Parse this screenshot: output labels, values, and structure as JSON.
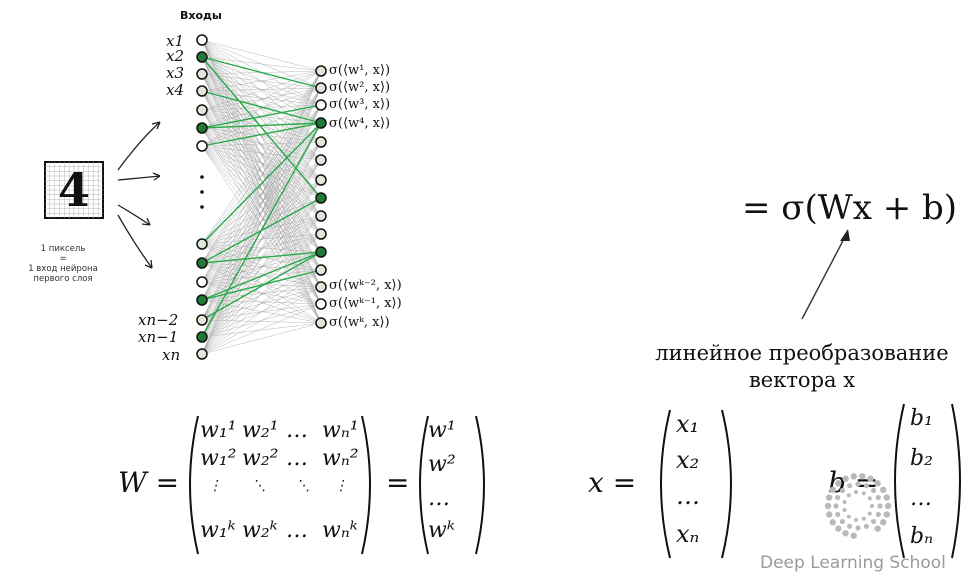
{
  "network": {
    "inputs_title": "Входы",
    "input_labels": [
      "x1",
      "x2",
      "x3",
      "x4",
      "xn−2",
      "xn−1",
      "xn"
    ],
    "output_labels": [
      "σ(⟨w¹, x⟩)",
      "σ(⟨w², x⟩)",
      "σ(⟨w³, x⟩)",
      "σ(⟨w⁴, x⟩)",
      "σ(⟨wᵏ⁻², x⟩)",
      "σ(⟨wᵏ⁻¹, x⟩)",
      "σ(⟨wᵏ, x⟩)"
    ],
    "digit": "4",
    "note_line1": "1 пиксель",
    "note_line2": "=",
    "note_line3": "1 вход нейрона",
    "note_line4": "первого слоя"
  },
  "formula": {
    "main": "= σ(Wx + b)",
    "caption_line1": "линейное преобразование",
    "caption_line2": "вектора x"
  },
  "matrices": {
    "W_label": "W =",
    "W_rows": [
      [
        "w₁¹",
        "w₂¹",
        "…",
        "wₙ¹"
      ],
      [
        "w₁²",
        "w₂²",
        "…",
        "wₙ²"
      ],
      [
        "⋮",
        "⋱",
        "⋱",
        "⋮"
      ],
      [
        "w₁ᵏ",
        "w₂ᵏ",
        "…",
        "wₙᵏ"
      ]
    ],
    "eq": "=",
    "w_vector": [
      "w¹",
      "w²",
      "…",
      "wᵏ"
    ],
    "x_label": "x =",
    "x_vector": [
      "x₁",
      "x₂",
      "…",
      "xₙ"
    ],
    "b_label": "b =",
    "b_vector": [
      "b₁",
      "b₂",
      "…",
      "bₙ"
    ]
  },
  "watermark": "Deep Learning School",
  "colors": {
    "green_node": "#1f7a35",
    "green_edge": "#2aa84a",
    "light_node": "#dfe8d6"
  }
}
